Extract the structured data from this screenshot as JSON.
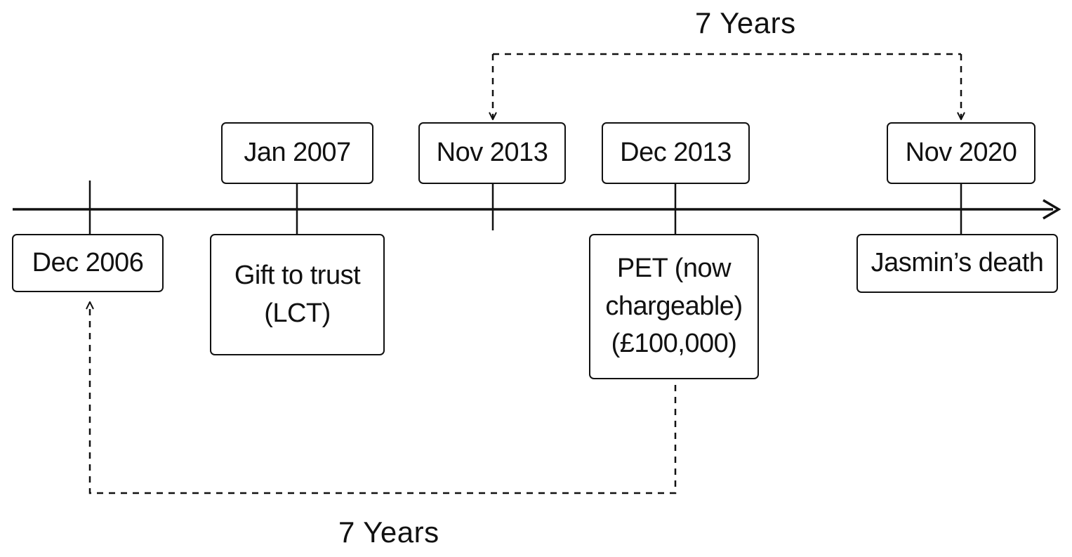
{
  "timeline": {
    "dates": [
      {
        "id": "dec-2006",
        "label": "Dec 2006"
      },
      {
        "id": "jan-2007",
        "label": "Jan 2007"
      },
      {
        "id": "nov-2013",
        "label": "Nov 2013"
      },
      {
        "id": "dec-2013",
        "label": "Dec 2013"
      },
      {
        "id": "nov-2020",
        "label": "Nov 2020"
      }
    ],
    "events": [
      {
        "id": "gift-to-trust",
        "label": "Gift to trust\n(LCT)"
      },
      {
        "id": "pet-chargeable",
        "label": "PET (now\nchargeable)\n(£100,000)"
      },
      {
        "id": "jasmin-death",
        "label": "Jasmin’s death"
      }
    ]
  },
  "spans": [
    {
      "id": "top-span",
      "label": "7 Years"
    },
    {
      "id": "bottom-span",
      "label": "7 Years"
    }
  ],
  "colors": {
    "line": "#111111",
    "background": "#ffffff"
  }
}
